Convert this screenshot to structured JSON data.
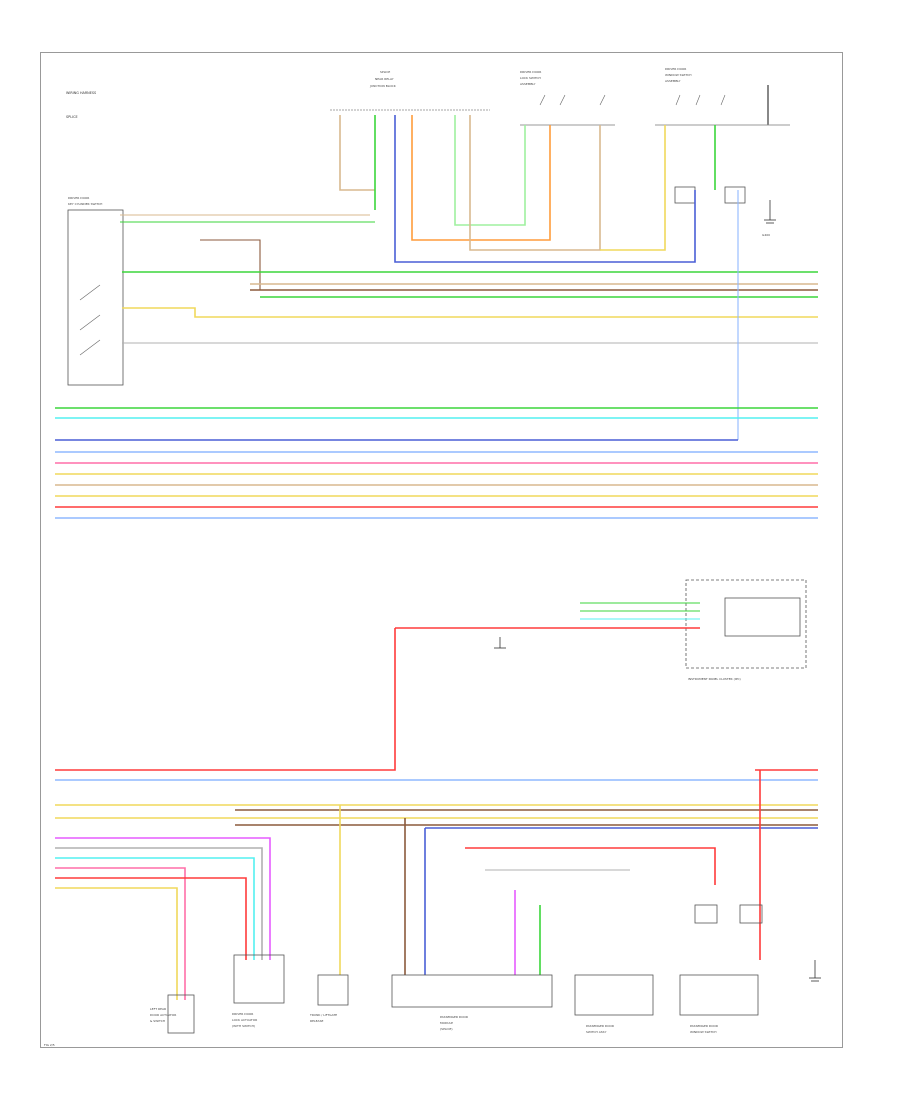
{
  "legend": {
    "items": [
      "WIRING HARNESS",
      "SPLICE"
    ]
  },
  "components": {
    "top_connector_header": [
      "SPLICE",
      "NEAR RELAY",
      "JUNCTION BLOCK"
    ],
    "upper_center_switch": [
      "DRIVER DOOR",
      "LOCK SWITCH",
      "ASSEMBLY"
    ],
    "upper_right_switch": [
      "DRIVER DOOR",
      "WINDOW SWITCH",
      "ASSEMBLY"
    ],
    "left_module": [
      "DRIVER DOOR",
      "KEY CYLINDER SWITCH"
    ],
    "instrument_cluster": "INSTRUMENT PANEL CLUSTER (IPC)",
    "bottom": [
      [
        "LEFT REAR",
        "DOOR ACTUATOR",
        "& SWITCH"
      ],
      [
        "DRIVER DOOR",
        "LOCK ACTUATOR",
        "(WITH SWITCH)"
      ],
      [
        "TRUNK / LIFTGATE",
        "RELEASE"
      ],
      [
        "PASSENGER DOOR",
        "MODULE",
        "(SPLICE)"
      ],
      [
        "PASSENGER DOOR",
        "SWITCH ASSY"
      ],
      [
        "PASSENGER DOOR",
        "WINDOW SWITCH"
      ]
    ],
    "ground": "G400",
    "page_ref": "FIG 2/5"
  },
  "wire_colors": {
    "green": "#3bd63b",
    "cyan": "#54f0f0",
    "blue": "#4a5fd6",
    "light_blue": "#8fb8ff",
    "red": "#ff3b3b",
    "pink": "#ff6fa8",
    "magenta": "#e65cff",
    "orange": "#ff9c3b",
    "yellow": "#f0d95c",
    "brown": "#8b5a3c",
    "tan": "#d9b98f",
    "gray": "#b0b0b0",
    "light_green": "#9ff09f"
  }
}
